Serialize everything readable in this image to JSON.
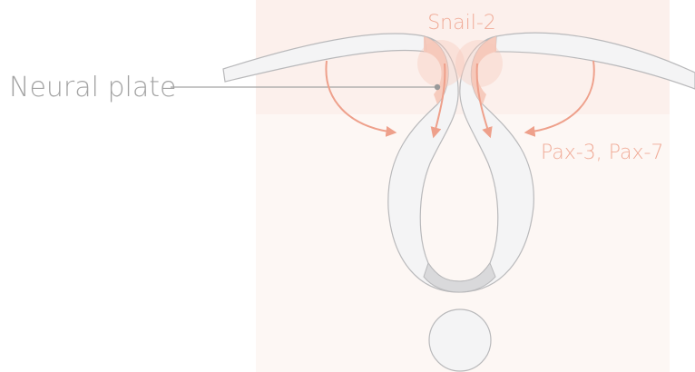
{
  "labels": {
    "neural_plate": "Neural plate",
    "snail": "Snail-2",
    "pax": "Pax-3, Pax-7"
  },
  "colors": {
    "background_panel": "#fdf7f4",
    "panel_top_band": "#fcebe6",
    "tissue_fill": "#f4f4f5",
    "tissue_stroke": "#b9b9bb",
    "floor_plate": "#d9d9db",
    "neural_crest": "#f5c6b8",
    "arrow": "#eea08b",
    "label_gray": "#a3a3a3",
    "label_salmon": "#f0ab97"
  }
}
